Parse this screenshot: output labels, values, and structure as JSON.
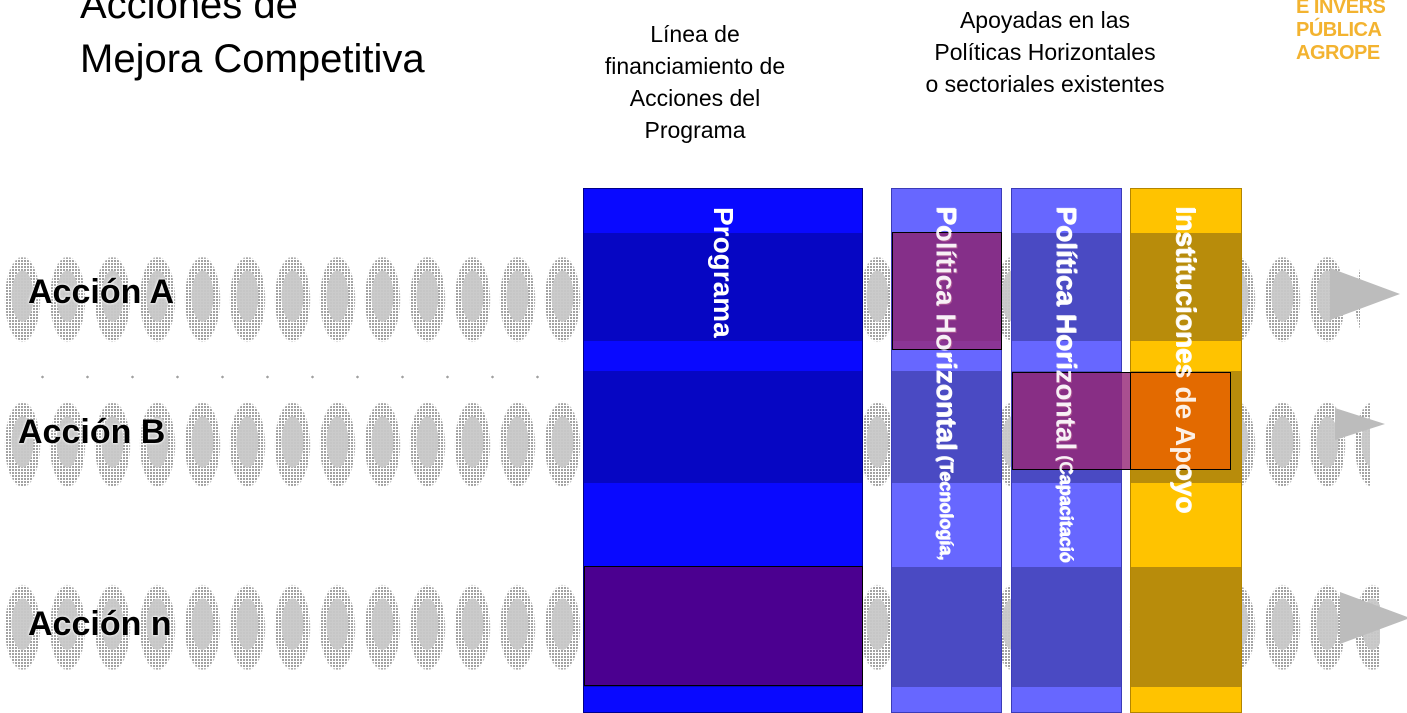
{
  "header": {
    "main_title": "Acciones de\nMejora Competitiva",
    "linea_title": "Línea de\nfinanciamiento de\nAcciones del\nPrograma",
    "apoyo_title": "Apoyadas en las\nPolíticas Horizontales\no sectoriales existentes",
    "corner_logo": "E INVERS\nPÚBLICA\nAGROPE"
  },
  "actions": {
    "a": "Acción A",
    "b": "Acción B",
    "n": "Acción n"
  },
  "columns": {
    "programa": "Programa",
    "ph1_main": "Política Horizontal",
    "ph1_sub": " (Tecnología,",
    "ph2_main": "Política Horizontal",
    "ph2_sub": " (Capacitació",
    "inst": "Instituciones de Apoyo"
  },
  "colors": {
    "programa": "#0909ff",
    "politica": "#6767ff",
    "instituciones": "#ffc300",
    "highlight_programa": "#4b0090",
    "highlight_politica": "#962878",
    "highlight_instituciones": "#e36a00"
  }
}
